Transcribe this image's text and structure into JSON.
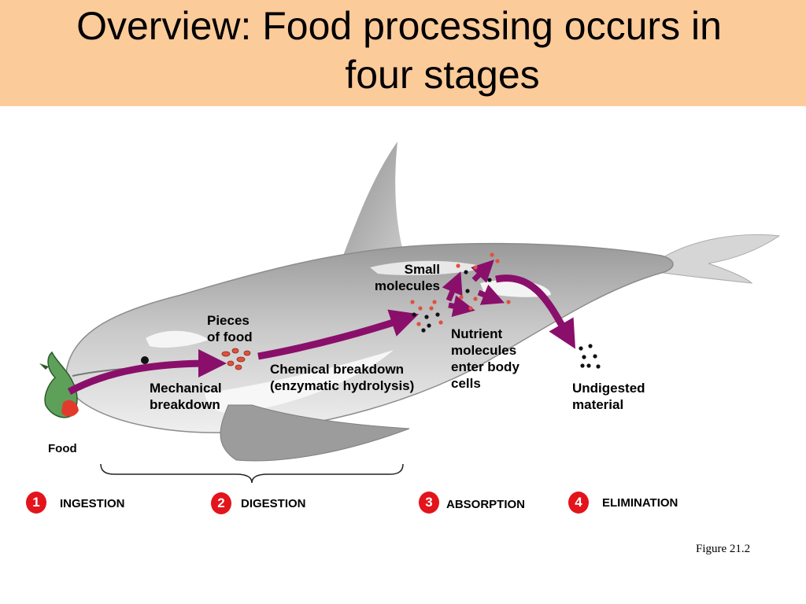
{
  "title": {
    "line1": "Overview: Food processing occurs in",
    "line2": "four stages"
  },
  "labels": {
    "small_molecules": "Small\nmolecules",
    "pieces_of_food": "Pieces\nof food",
    "chemical_breakdown": "Chemical breakdown\n(enzymatic hydrolysis)",
    "mechanical_breakdown": "Mechanical\nbreakdown",
    "nutrient_molecules": "Nutrient\nmolecules\nenter body\ncells",
    "undigested_material": "Undigested\nmaterial",
    "food": "Food"
  },
  "stages": [
    {
      "num": "1",
      "name": "INGESTION"
    },
    {
      "num": "2",
      "name": "DIGESTION"
    },
    {
      "num": "3",
      "name": "ABSORPTION"
    },
    {
      "num": "4",
      "name": "ELIMINATION"
    }
  ],
  "figure_caption": "Figure 21.2",
  "colors": {
    "title_bg": "#fccb9a",
    "arrow": "#8a0f6b",
    "step_circle": "#e3141b",
    "whale_body": "#d9d9d9",
    "whale_dark": "#a9a9a9"
  }
}
